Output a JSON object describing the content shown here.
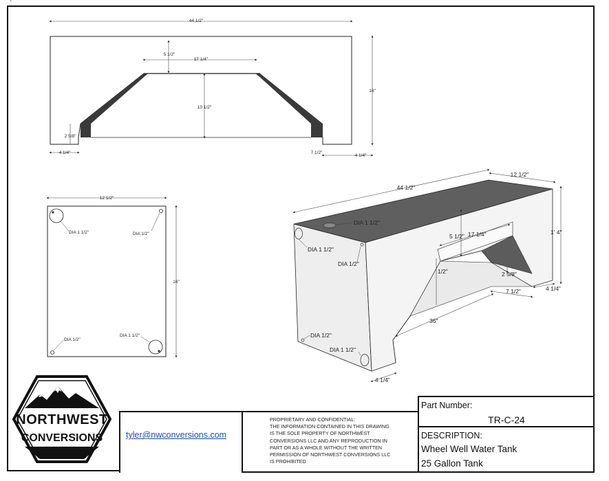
{
  "mark": "`",
  "top_view": {
    "dim_width": "44 1/2\"",
    "dim_top_gap": "5 1/2\"",
    "dim_top_flat": "17 1/4\"",
    "dim_center_height": "10 1/2\"",
    "dim_height": "16\"",
    "dim_left_step": "2 5/8\"",
    "dim_left_foot": "4 1/4\"",
    "dim_right_step": "7 1/2\"",
    "dim_right_foot": "4 1/4\""
  },
  "plan_view": {
    "dim_width": "12 1/2\"",
    "dim_height": "16\"",
    "hole_top_left": "DIA 1 1/2\"",
    "hole_top_right": "DIA 1/2\"",
    "hole_bottom_left": "DIA 1/2\"",
    "hole_bottom_right": "DIA 1 1/2\""
  },
  "iso_view": {
    "dim_length": "44 1/2\"",
    "dim_depth": "12 1/2\"",
    "dim_height": "1' 4\"",
    "hole_top": "DIA 1 1/2\"",
    "hole_front_top_left": "DIA 1 1/2\"",
    "hole_front_top_right": "DIA 1/2\"",
    "dim_cut_top_gap": "5 1/2\"",
    "dim_cut_flat": "17 1/4\"",
    "dim_cut_height": "1/2\"",
    "dim_step": "2 5/8\"",
    "dim_step_run": "7 1/2\"",
    "dim_right_foot": "4 1/4\"",
    "dim_bottom_run": "36\"",
    "hole_bottom_left": "DIA 1/2\"",
    "hole_bottom_right": "DIA 1 1/2\"",
    "dim_left_foot": "4 1/4\""
  },
  "logo": {
    "line1": "NORTHWEST",
    "line2": "CONVERSIONS"
  },
  "title_block": {
    "email": "tyler@nwconversions.com",
    "proprietary": [
      "PROPRIETARY AND CONFIDENTIAL:",
      "THE INFORMATION CONTAINED IN THIS DRAWING",
      "IS THE SOLE PROPERTY OF NORTHWEST",
      "CONVERSIONS LLC AND ANY REPRODUCTION IN",
      "PART OR AS A WHOLE WITHOUT THE WRITTEN",
      "PERMISSION OF NORTHWEST CONVERSIONS LLC",
      "IS PROHIBITED"
    ],
    "part_number_label": "Part Number:",
    "part_number": "TR-C-24",
    "description_label": "DESCRIPTION:",
    "description_line1": "Wheel Well Water Tank",
    "description_line2": "25 Gallon Tank"
  }
}
